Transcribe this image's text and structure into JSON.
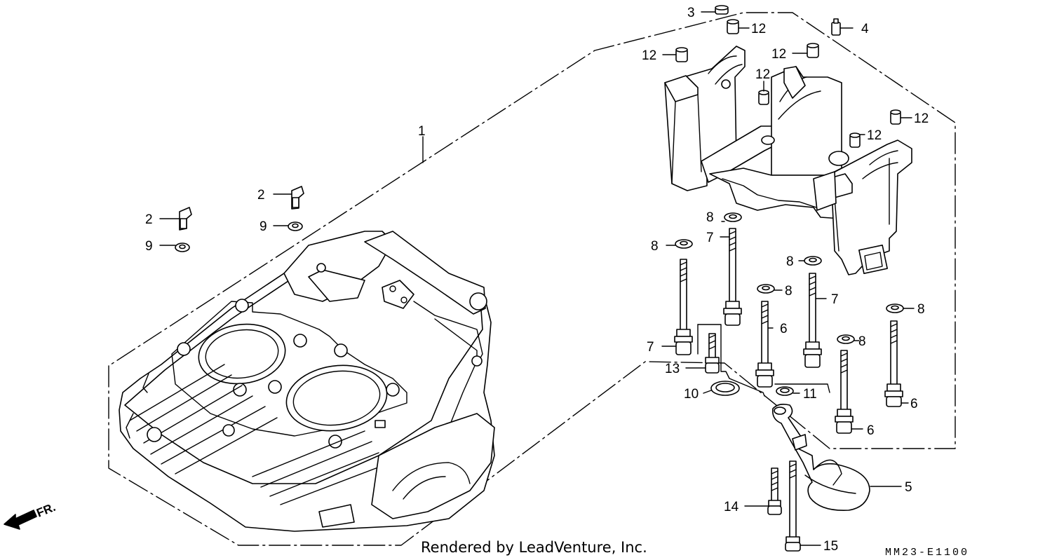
{
  "diagram": {
    "callouts": [
      {
        "id": "c1",
        "text": "1"
      },
      {
        "id": "c2a",
        "text": "2"
      },
      {
        "id": "c2b",
        "text": "2"
      },
      {
        "id": "c3",
        "text": "3"
      },
      {
        "id": "c4",
        "text": "4"
      },
      {
        "id": "c5",
        "text": "5"
      },
      {
        "id": "c6a",
        "text": "6"
      },
      {
        "id": "c6b",
        "text": "6"
      },
      {
        "id": "c6c",
        "text": "6"
      },
      {
        "id": "c7a",
        "text": "7"
      },
      {
        "id": "c7b",
        "text": "7"
      },
      {
        "id": "c7c",
        "text": "7"
      },
      {
        "id": "c8a",
        "text": "8"
      },
      {
        "id": "c8b",
        "text": "8"
      },
      {
        "id": "c8c",
        "text": "8"
      },
      {
        "id": "c8d",
        "text": "8"
      },
      {
        "id": "c8e",
        "text": "8"
      },
      {
        "id": "c8f",
        "text": "8"
      },
      {
        "id": "c9a",
        "text": "9"
      },
      {
        "id": "c9b",
        "text": "9"
      },
      {
        "id": "c10",
        "text": "10"
      },
      {
        "id": "c11",
        "text": "11"
      },
      {
        "id": "c12a",
        "text": "12"
      },
      {
        "id": "c12b",
        "text": "12"
      },
      {
        "id": "c12c",
        "text": "12"
      },
      {
        "id": "c12d",
        "text": "12"
      },
      {
        "id": "c12e",
        "text": "12"
      },
      {
        "id": "c12f",
        "text": "12"
      },
      {
        "id": "c13",
        "text": "13"
      },
      {
        "id": "c14",
        "text": "14"
      },
      {
        "id": "c15",
        "text": "15"
      }
    ],
    "front_marker": "FR.",
    "credit": "Rendered by LeadVenture, Inc.",
    "diagram_code": "MM23-E1100"
  }
}
